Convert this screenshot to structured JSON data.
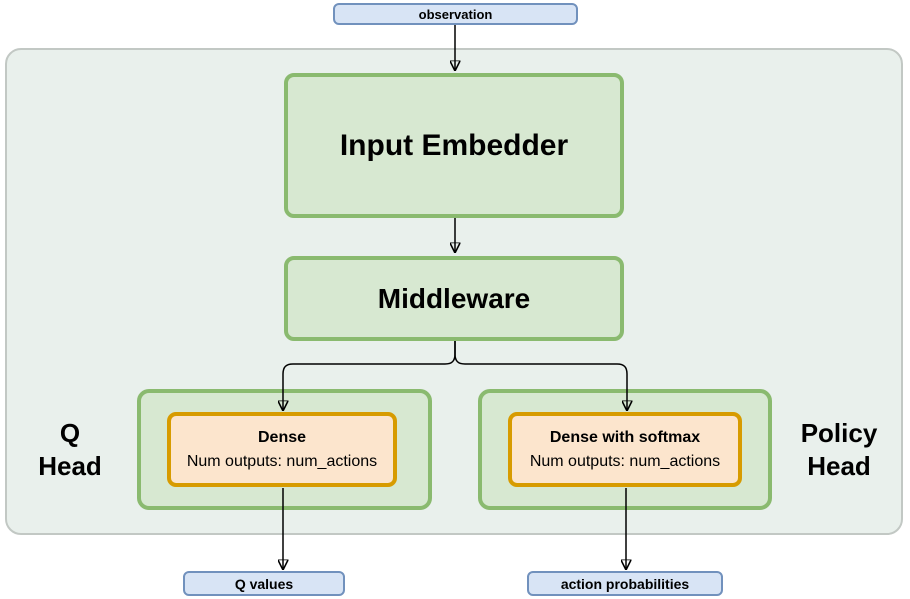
{
  "colors": {
    "container_fill": "#e9f0ec",
    "container_stroke": "#c2c8c4",
    "green_fill": "#d7e8d1",
    "green_stroke": "#8aba6f",
    "orange_fill": "#fce5cd",
    "orange_stroke": "#d79b00",
    "blue_fill": "#d8e4f5",
    "blue_stroke": "#7191bd",
    "arrow": "#000000"
  },
  "nodes": {
    "observation": {
      "label": "observation"
    },
    "input_embedder": {
      "label": "Input Embedder"
    },
    "middleware": {
      "label": "Middleware"
    },
    "q_head": {
      "line1": "Q",
      "line2": "Head"
    },
    "policy_head": {
      "line1": "Policy",
      "line2": "Head"
    },
    "q_dense": {
      "title": "Dense",
      "subtitle": "Num outputs: num_actions"
    },
    "policy_dense": {
      "title": "Dense with softmax",
      "subtitle": "Num outputs: num_actions"
    },
    "q_values": {
      "label": "Q values"
    },
    "action_probabilities": {
      "label": "action probabilities"
    }
  }
}
